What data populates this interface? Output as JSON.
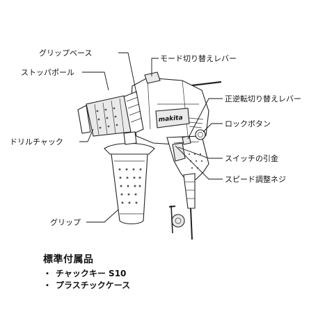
{
  "labels": {
    "grip_base": "グリップベース",
    "mode_lever": "モード切り替えレバー",
    "stopper_pole": "ストッパポール",
    "reverse_lever": "正逆転切り替えレバー",
    "lock_button": "ロックボタン",
    "drill_chuck": "ドリルチャック",
    "switch_trigger": "スイッチの引金",
    "speed_screw": "スピード調整ネジ",
    "grip": "グリップ"
  },
  "brand": "makita",
  "accessories": {
    "title": "標準付属品",
    "bullet": "・",
    "items": [
      "チャックキー S10",
      "プラスチックケース"
    ]
  }
}
